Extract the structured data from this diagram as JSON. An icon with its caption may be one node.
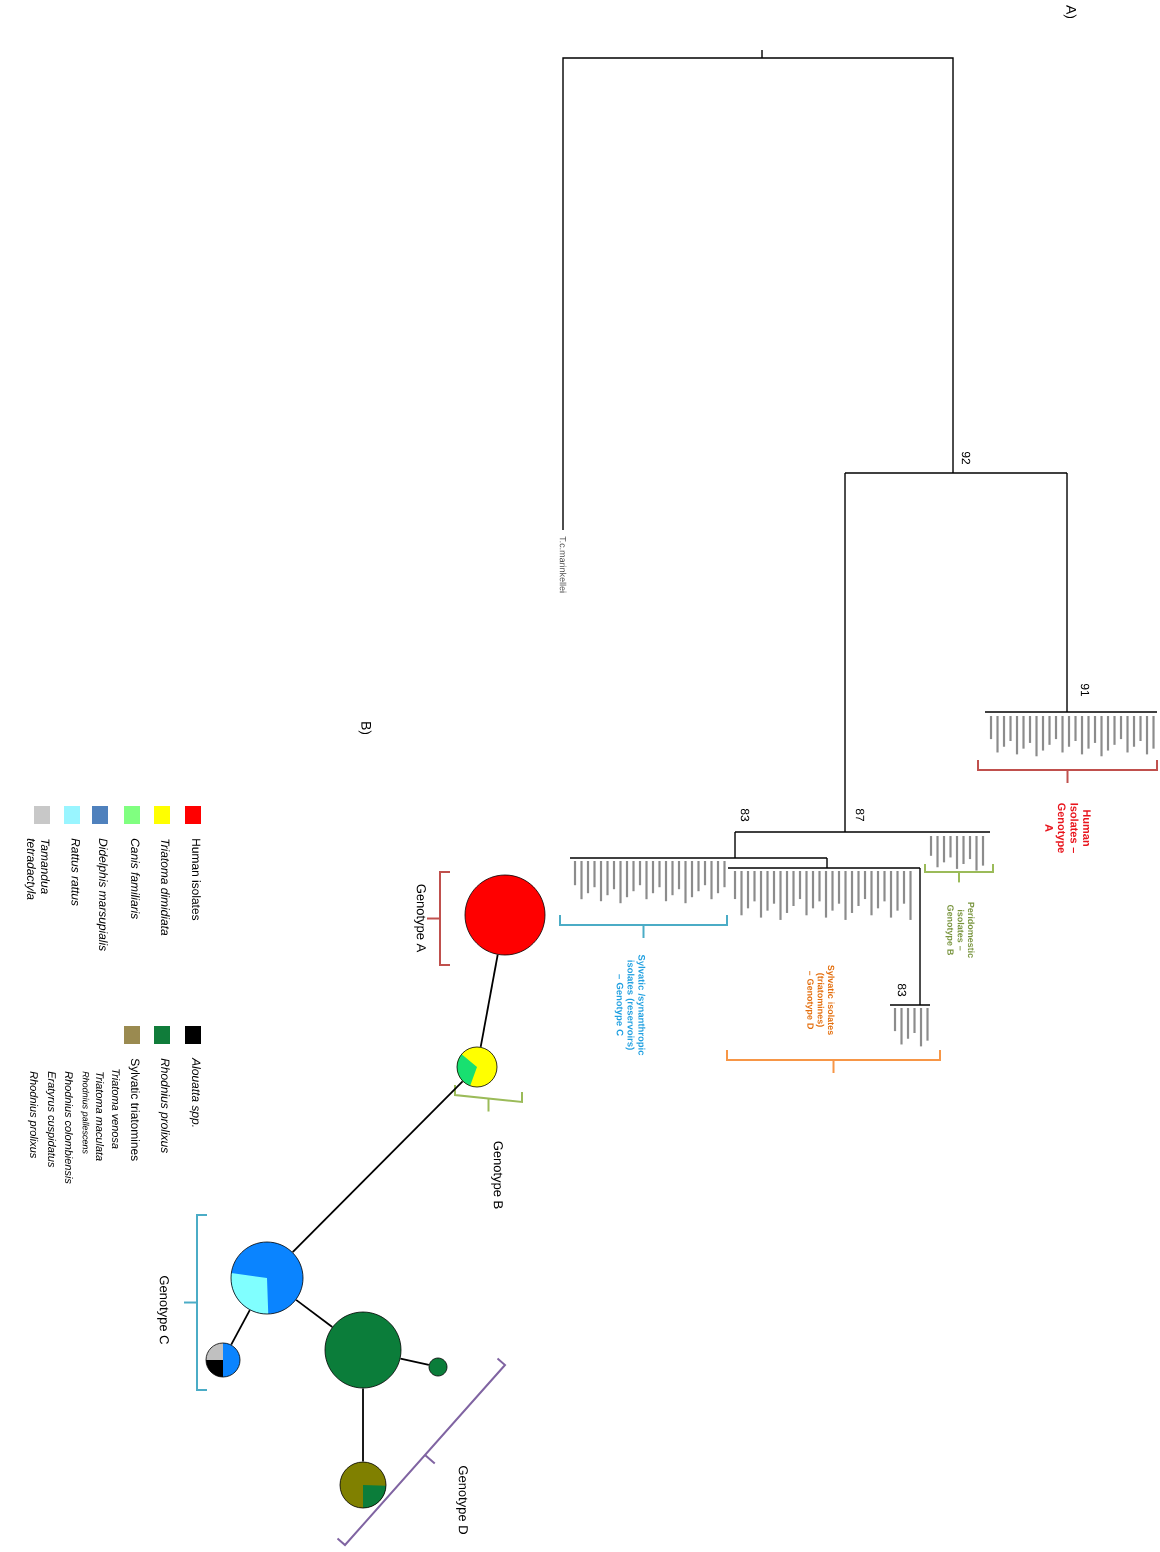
{
  "diagram": {
    "nodes": [
      {
        "text": [],
        "shape": "circle"
      },
      {
        "text": [],
        "shape": "circle"
      },
      {
        "text": [],
        "shape": "circle"
      },
      {
        "text": [],
        "shape": "circle"
      },
      {
        "text": [],
        "shape": "circle"
      },
      {
        "text": [],
        "shape": "circle"
      },
      {
        "text": [],
        "shape": "circle"
      }
    ],
    "edges": [
      {
        "from": 0,
        "to": 1,
        "arrow": "none"
      },
      {
        "from": 1,
        "to": 2,
        "arrow": "none"
      },
      {
        "from": 2,
        "to": 3,
        "arrow": "none"
      },
      {
        "from": 2,
        "to": 4,
        "arrow": "none"
      },
      {
        "from": 4,
        "to": 5,
        "arrow": "none"
      },
      {
        "from": 4,
        "to": 6,
        "arrow": "none"
      }
    ],
    "labels": [
      "A)",
      "92",
      "91",
      "87",
      "83",
      "83",
      "T.c.marinkellei",
      "Human Isolates – Genotype A",
      "Peridomestic isolates – Genotype B",
      "Sylvatic isolates (triatomines) – Genotype D",
      "Sylvatic /synanthropic isolates (reservoirs) – Genotype C",
      "B)",
      "Genotype A",
      "Genotype B",
      "Genotype C",
      "Genotype D",
      "Triatoma venosa",
      "Triatoma maculata",
      "Rhodnius pallescens",
      "Rhodnius colombiensis",
      "Eratyrus cuspidatus",
      "Rhodnius prolixus"
    ],
    "legend": [
      {
        "text": "Human isolates",
        "color": "#ff0000"
      },
      {
        "text": "Triatoma dimidiata",
        "color": "#ffff00"
      },
      {
        "text": "Canis familiaris",
        "color": "#80ff80"
      },
      {
        "text": "Didelphis marsupialis",
        "color": "#4f81bd"
      },
      {
        "text": "Rattus rattus",
        "color": "#99f5ff"
      },
      {
        "text": "Tamandua tetradactyla",
        "color": "#c8c8c8"
      },
      {
        "text": "Alouatta spp.",
        "color": "#000000"
      },
      {
        "text": "Rhodnius prolixus",
        "color": "#107c3a"
      },
      {
        "text": "Sylvatic triatomines",
        "color": "#9a8a50"
      }
    ]
  }
}
